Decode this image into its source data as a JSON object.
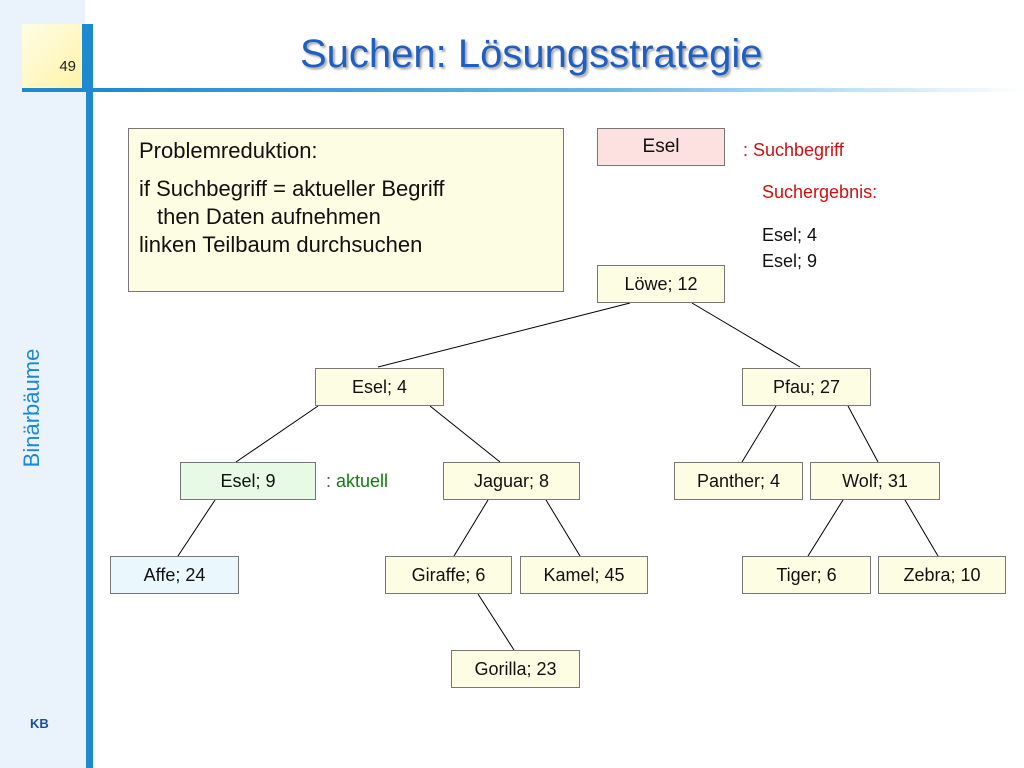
{
  "slide": {
    "page_number": "49",
    "title": "Suchen: Lösungsstrategie",
    "side_title": "Binärbäume",
    "footer": "KB"
  },
  "info_box": {
    "heading": "Problemreduktion:",
    "line1": "if Suchbegriff = aktueller Begriff",
    "line2": "then Daten aufnehmen",
    "line3": "linken Teilbaum durchsuchen"
  },
  "search": {
    "key": "Esel",
    "key_label": ": Suchbegriff",
    "result_label": "Suchergebnis:",
    "results": [
      "Esel; 4",
      "Esel; 9"
    ]
  },
  "current_label": ": aktuell",
  "tree": {
    "root": "Löwe; 12",
    "l": "Esel; 4",
    "r": "Pfau; 27",
    "ll": "Esel; 9",
    "lr": "Jaguar; 8",
    "rl": "Panther; 4",
    "rr": "Wolf; 31",
    "lll": "Affe; 24",
    "lrl": "Giraffe; 6",
    "lrr": "Kamel; 45",
    "rrl": "Tiger; 6",
    "rrr": "Zebra; 10",
    "lrlr": "Gorilla; 23"
  },
  "colors": {
    "accent": "#1d89cf",
    "title": "#1f5fbf",
    "node_fill": "#fdfde4",
    "current_fill": "#e6fae6",
    "visited_fill": "#eaf7fd",
    "search_fill": "#fde0e0",
    "label_red": "#cc1111",
    "label_green": "#127a12"
  }
}
